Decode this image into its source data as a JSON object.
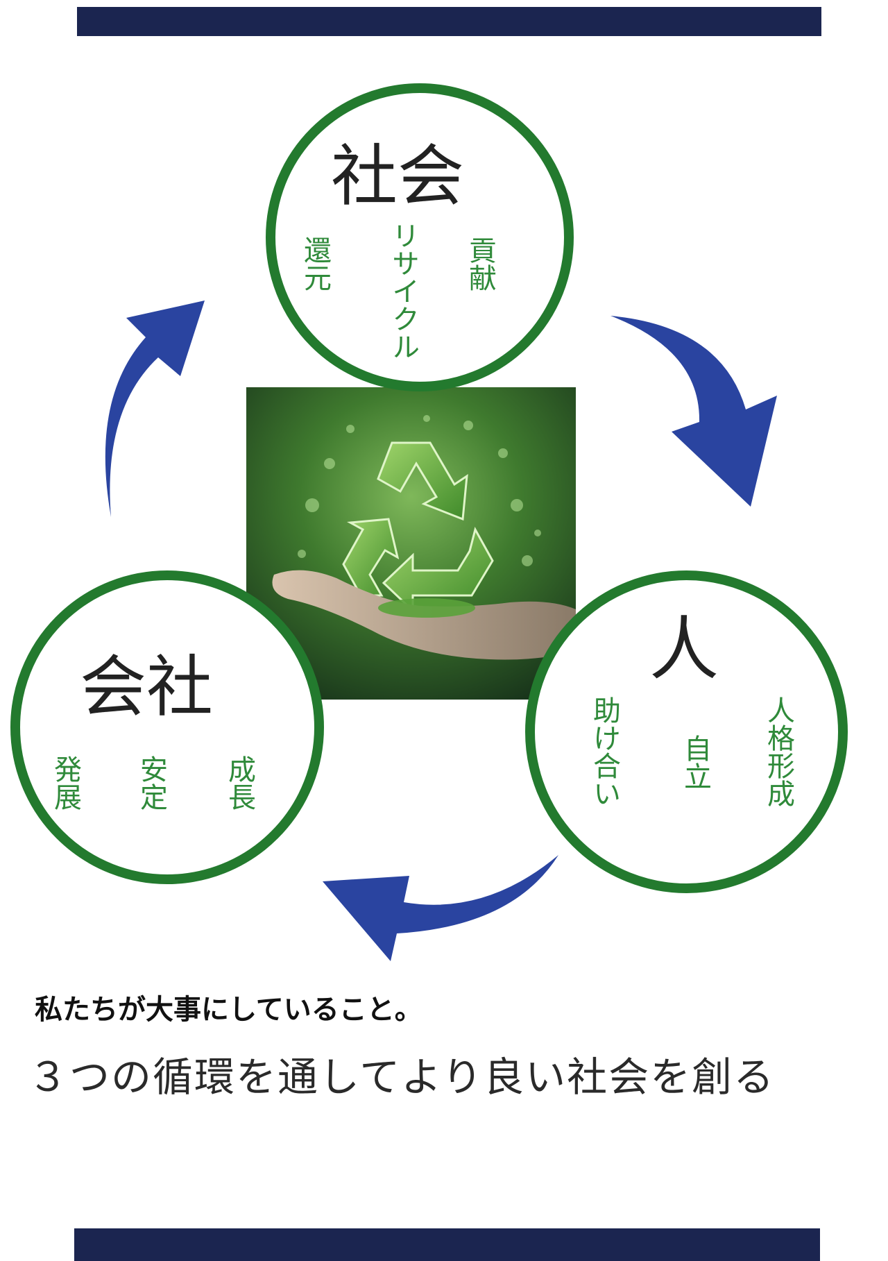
{
  "circles": {
    "society": {
      "title": "社会",
      "words": [
        "貢献",
        "リサイクル",
        "還元"
      ]
    },
    "company": {
      "title": "会社",
      "words": [
        "成長",
        "安定",
        "発展"
      ]
    },
    "person": {
      "title": "人",
      "words": [
        "人格形成",
        "自立",
        "助け合い"
      ]
    }
  },
  "tagline": "私たちが大事にしていること。",
  "headline": "３つの循環を通してより良い社会を創る",
  "colors": {
    "bar": "#1b2550",
    "arrow": "#2a44a0",
    "ring": "#237a2e",
    "word": "#2f8a3a"
  },
  "center_image": "recycle-symbol-in-hand-icon"
}
